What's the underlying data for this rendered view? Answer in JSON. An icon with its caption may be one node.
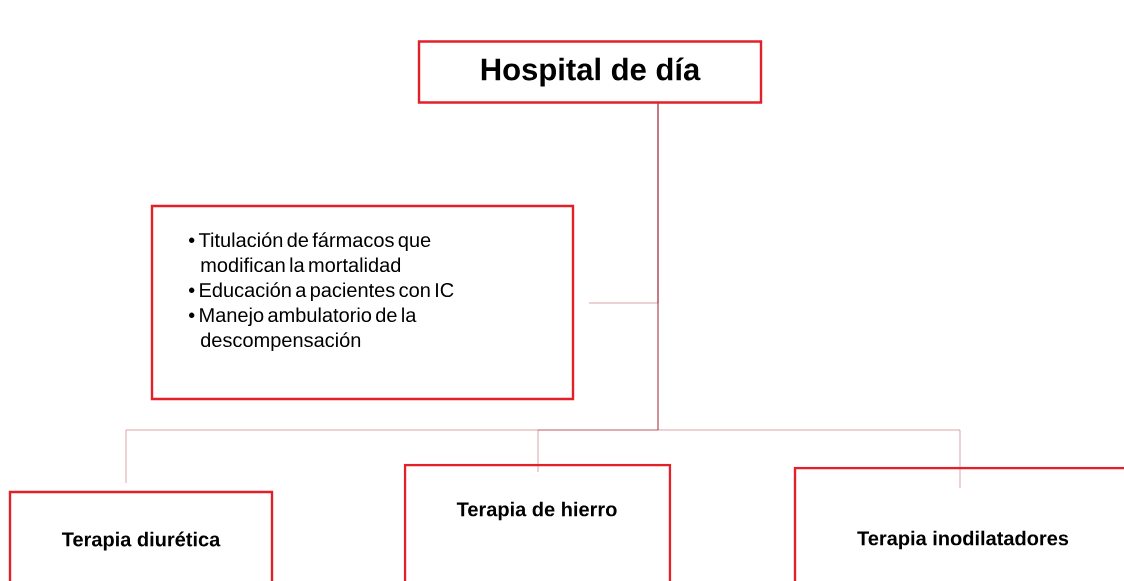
{
  "diagram": {
    "nodes": [
      {
        "text": [
          "Hospital de día"
        ]
      },
      {
        "text": [
          "• Titulación de fármacos que modifican la mortalidad",
          "• Educación a pacientes con IC",
          "• Manejo ambulatorio de la descompensación"
        ]
      },
      {
        "text": [
          "Terapia diurética"
        ]
      },
      {
        "text": [
          "Terapia de hierro"
        ]
      },
      {
        "text": [
          "Terapia inodilatadores"
        ]
      }
    ],
    "edges": [
      {
        "from": 0,
        "to": 1,
        "arrow": "none"
      },
      {
        "from": 0,
        "to": 2,
        "arrow": "none"
      },
      {
        "from": 0,
        "to": 3,
        "arrow": "none"
      },
      {
        "from": 0,
        "to": 4,
        "arrow": "none"
      }
    ]
  }
}
